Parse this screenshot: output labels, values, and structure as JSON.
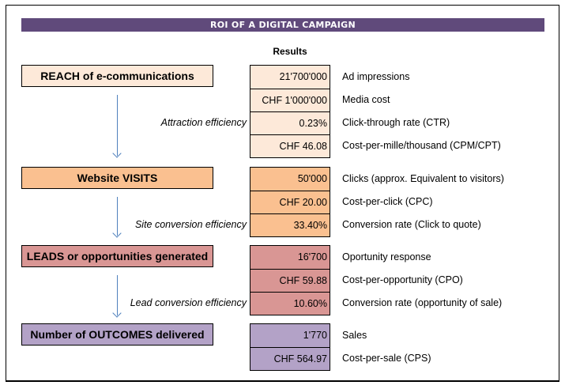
{
  "title": "ROI OF A DIGITAL CAMPAIGN",
  "results_header": "Results",
  "colors": {
    "title_bar": "#604a7b",
    "reach": "#fde9d9",
    "visits": "#fac090",
    "leads": "#d99694",
    "outcomes": "#b3a2c7",
    "arrow": "#4f81bd"
  },
  "stages": [
    {
      "label": "REACH of e-communications",
      "efficiency": "Attraction efficiency",
      "rows": [
        {
          "value": "21'700'000",
          "desc": "Ad impressions"
        },
        {
          "value": "CHF 1'000'000",
          "desc": "Media cost"
        },
        {
          "value": "0.23%",
          "desc": "Click-through rate (CTR)"
        },
        {
          "value": "CHF 46.08",
          "desc": "Cost-per-mille/thousand (CPM/CPT)"
        }
      ]
    },
    {
      "label": "Website VISITS",
      "efficiency": "Site conversion efficiency",
      "rows": [
        {
          "value": "50'000",
          "desc": "Clicks (approx. Equivalent to visitors)"
        },
        {
          "value": "CHF 20.00",
          "desc": "Cost-per-click (CPC)"
        },
        {
          "value": "33.40%",
          "desc": "Conversion rate (Click to quote)"
        }
      ]
    },
    {
      "label": "LEADS or opportunities generated",
      "efficiency": "Lead conversion efficiency",
      "rows": [
        {
          "value": "16'700",
          "desc": "Oportunity response"
        },
        {
          "value": "CHF 59.88",
          "desc": "Cost-per-opportunity (CPO)"
        },
        {
          "value": "10.60%",
          "desc": "Conversion rate (opportunity of sale)"
        }
      ]
    },
    {
      "label": "Number of OUTCOMES delivered",
      "rows": [
        {
          "value": "1'770",
          "desc": "Sales"
        },
        {
          "value": "CHF 564.97",
          "desc": "Cost-per-sale (CPS)"
        }
      ]
    }
  ]
}
